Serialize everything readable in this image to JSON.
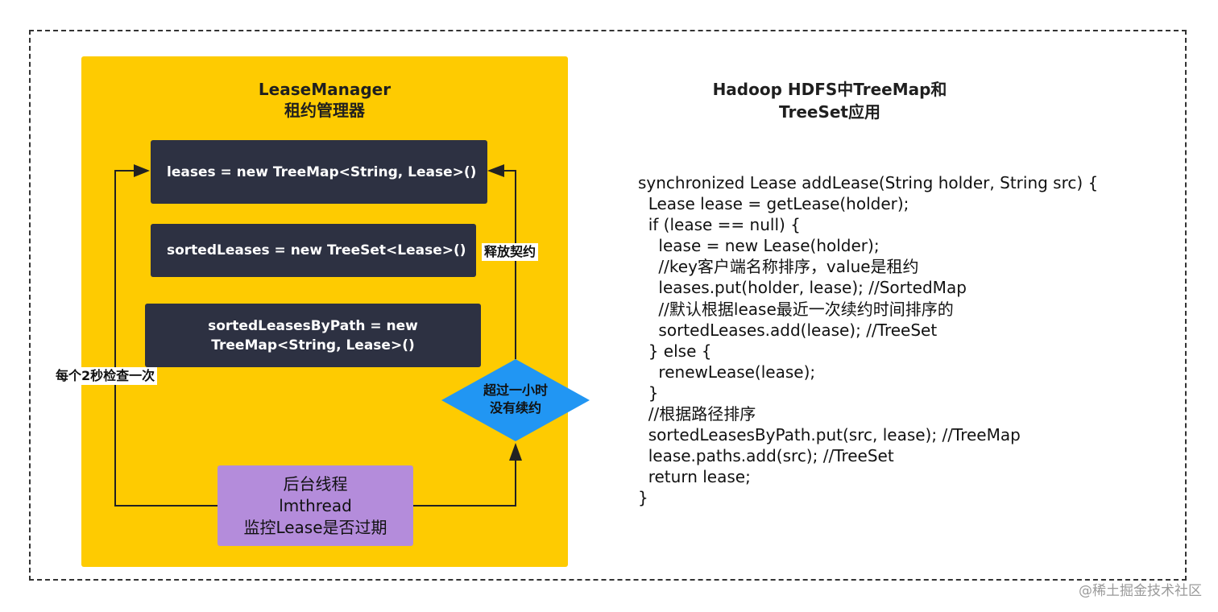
{
  "left_panel": {
    "title_line1": "LeaseManager",
    "title_line2": "租约管理器",
    "box1": "leases = new TreeMap<String, Lease>()",
    "box2": "sortedLeases = new TreeSet<Lease>()",
    "box3_line1": "sortedLeasesByPath = new",
    "box3_line2": "TreeMap<String, Lease>()",
    "thread_line1": "后台线程",
    "thread_line2": "lmthread",
    "thread_line3": "监控Lease是否过期",
    "label_check": "每个2秒检查一次",
    "label_release": "释放契约",
    "decision_line1": "超过一小时",
    "decision_line2": "没有续约"
  },
  "right_panel": {
    "title_line1": "Hadoop HDFS中TreeMap和",
    "title_line2": "TreeSet应用",
    "code_lines": [
      "synchronized Lease addLease(String holder, String src) {",
      "  Lease lease = getLease(holder);",
      "  if (lease == null) {",
      "    lease = new Lease(holder);",
      "    //key客户端名称排序，value是租约",
      "    leases.put(holder, lease); //SortedMap",
      "    //默认根据lease最近一次续约时间排序的",
      "    sortedLeases.add(lease); //TreeSet",
      "  } else {",
      "    renewLease(lease);",
      "  }",
      "  //根据路径排序",
      "  sortedLeasesByPath.put(src, lease); //TreeMap",
      "  lease.paths.add(src); //TreeSet",
      "  return lease;",
      "}"
    ]
  },
  "watermark": "@稀土掘金技术社区",
  "colors": {
    "panel": "#fecb01",
    "dark_box": "#2d3142",
    "thread_box": "#b48cdb",
    "decision": "#2196f3"
  }
}
